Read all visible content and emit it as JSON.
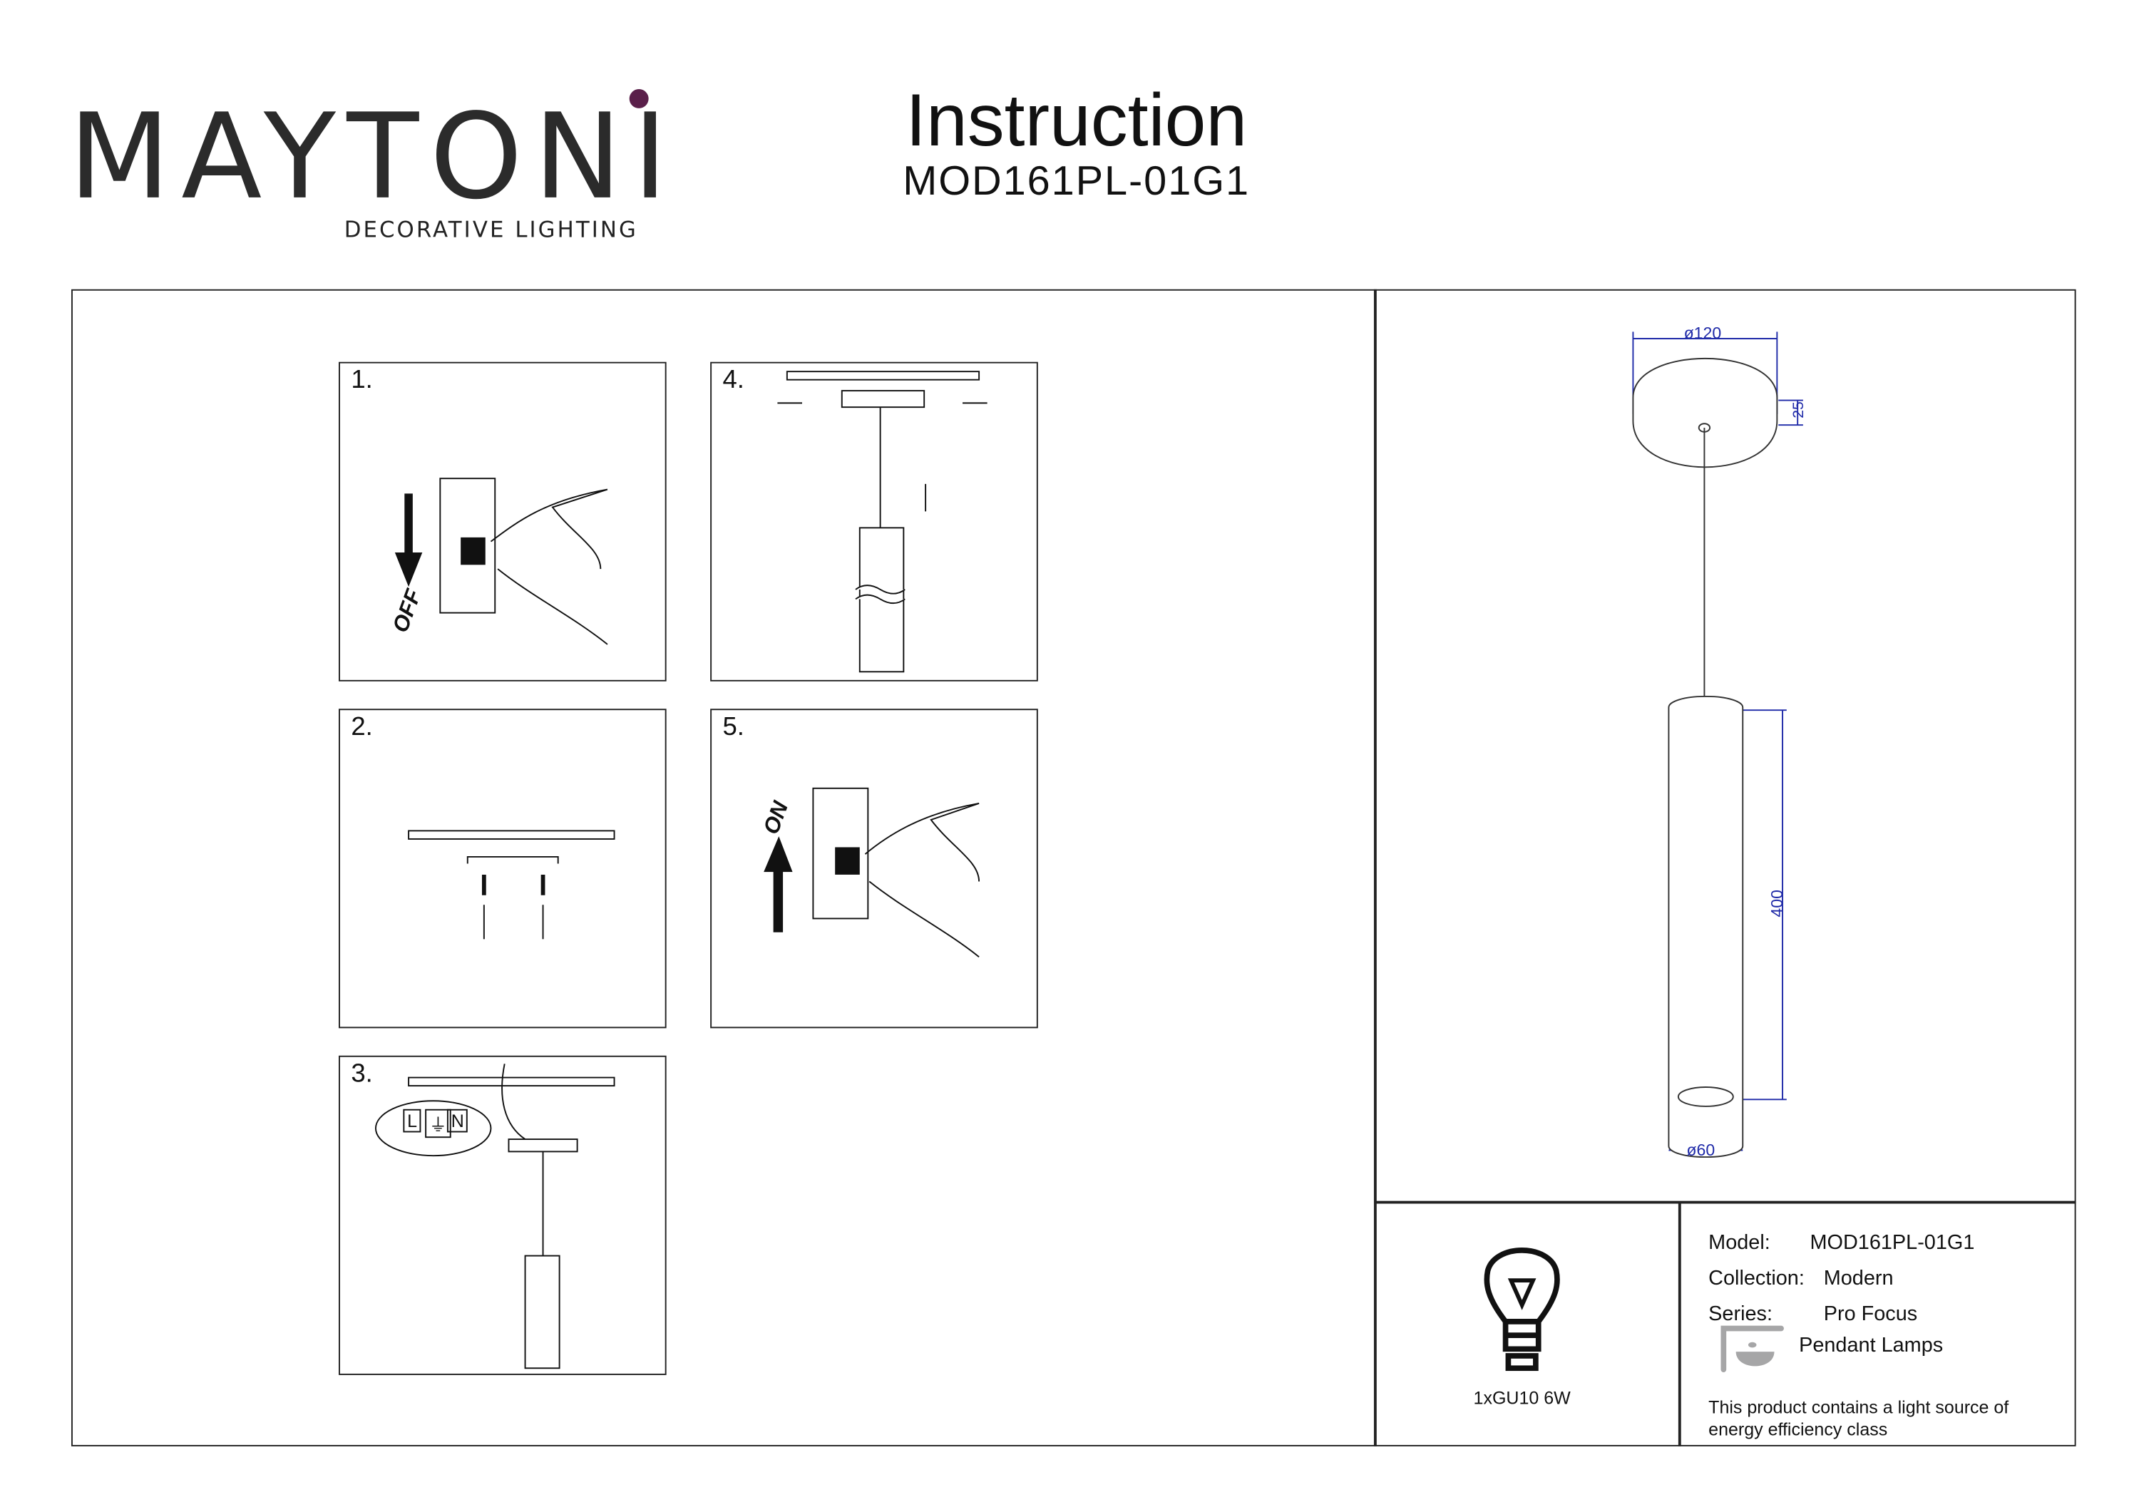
{
  "header": {
    "brand": "MAYTONI",
    "tagline": "DECORATIVE LIGHTING",
    "title": "Instruction",
    "model_code": "MOD161PL-01G1"
  },
  "steps": [
    {
      "number": "1.",
      "label": "OFF"
    },
    {
      "number": "2."
    },
    {
      "number": "3.",
      "terminals": [
        "L",
        "⏚",
        "N"
      ]
    },
    {
      "number": "4."
    },
    {
      "number": "5.",
      "label": "ON"
    }
  ],
  "drawing": {
    "canopy_diameter": "ø120",
    "canopy_height": "25",
    "body_length": "400",
    "body_diameter": "ø60",
    "dimension_color": "#1f2aa8"
  },
  "lamp": {
    "bulb": "1xGU10 6W"
  },
  "specs": {
    "model_label": "Model:",
    "model_value": "MOD161PL-01G1",
    "collection_label": "Collection:",
    "collection_value": "Modern",
    "series_label": "Series:",
    "series_value": "Pro Focus",
    "category": "Pendant Lamps",
    "energy_note_line1": "This product contains a light source of",
    "energy_note_line2": "energy efficiency class"
  },
  "brand_colors": {
    "accent": "#5a1f4a"
  }
}
